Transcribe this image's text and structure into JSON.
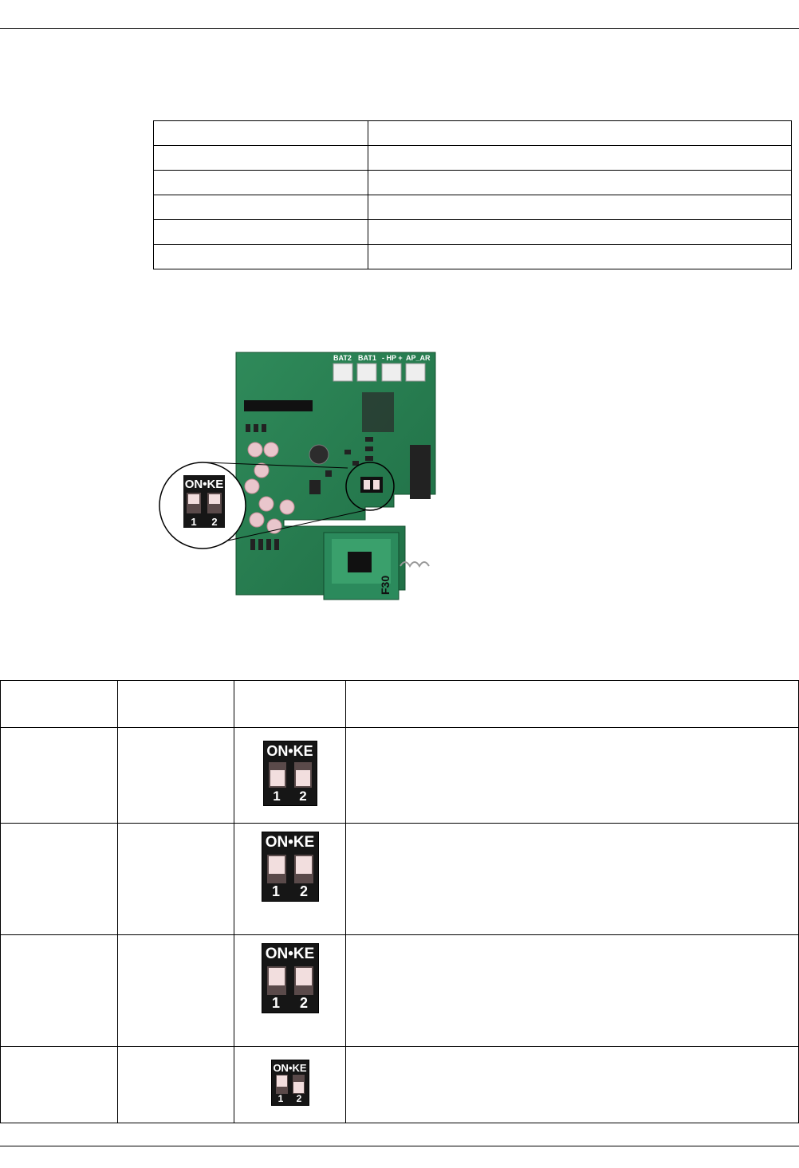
{
  "board_photo": {
    "silkscreen_labels": [
      "BAT2",
      "BAT1",
      "- HP +",
      "AP_AR",
      "F30"
    ],
    "dip_switch": {
      "top_label": "ON•KE",
      "positions": [
        "1",
        "2"
      ]
    }
  },
  "dip_table": {
    "rows": [
      {
        "switch": {
          "top_label": "ON•KE",
          "positions": [
            "1",
            "2"
          ]
        }
      },
      {
        "switch": {
          "top_label": "ON•KE",
          "positions": [
            "1",
            "2"
          ]
        }
      },
      {
        "switch": {
          "top_label": "ON•KE",
          "positions": [
            "1",
            "2"
          ]
        }
      },
      {
        "switch": {
          "top_label": "ON•KE",
          "positions": [
            "1",
            "2"
          ]
        }
      }
    ]
  }
}
